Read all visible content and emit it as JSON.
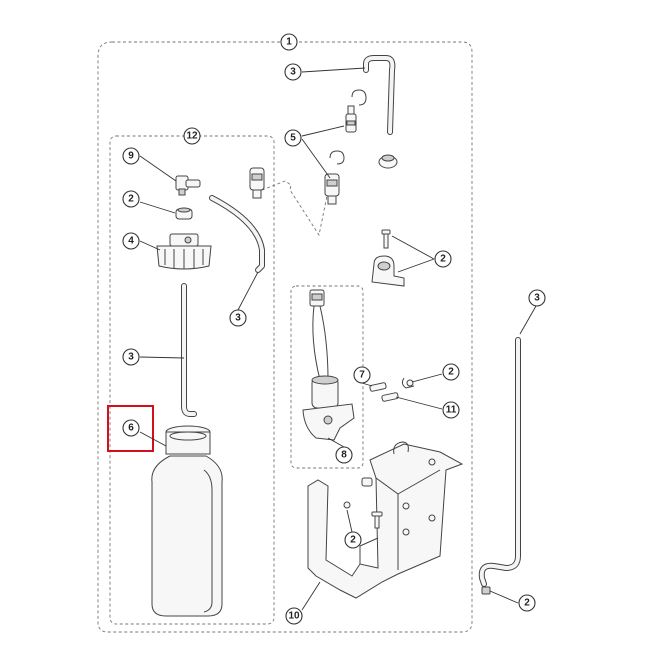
{
  "diagram": {
    "callouts": [
      {
        "id": "c1",
        "label": "1"
      },
      {
        "id": "c3-top",
        "label": "3"
      },
      {
        "id": "c5",
        "label": "5"
      },
      {
        "id": "c12",
        "label": "12"
      },
      {
        "id": "c9",
        "label": "9"
      },
      {
        "id": "c2-plug",
        "label": "2"
      },
      {
        "id": "c4",
        "label": "4"
      },
      {
        "id": "c3-mid",
        "label": "3"
      },
      {
        "id": "c2-right",
        "label": "2"
      },
      {
        "id": "c3-far",
        "label": "3"
      },
      {
        "id": "c3-left",
        "label": "3"
      },
      {
        "id": "c7",
        "label": "7"
      },
      {
        "id": "c2-clip",
        "label": "2"
      },
      {
        "id": "c11",
        "label": "11"
      },
      {
        "id": "c6",
        "label": "6"
      },
      {
        "id": "c8",
        "label": "8"
      },
      {
        "id": "c2-bracket",
        "label": "2"
      },
      {
        "id": "c2-bottom",
        "label": "2"
      },
      {
        "id": "c10",
        "label": "10"
      }
    ],
    "highlight_label": "6",
    "highlight_color": "#d0111b"
  }
}
